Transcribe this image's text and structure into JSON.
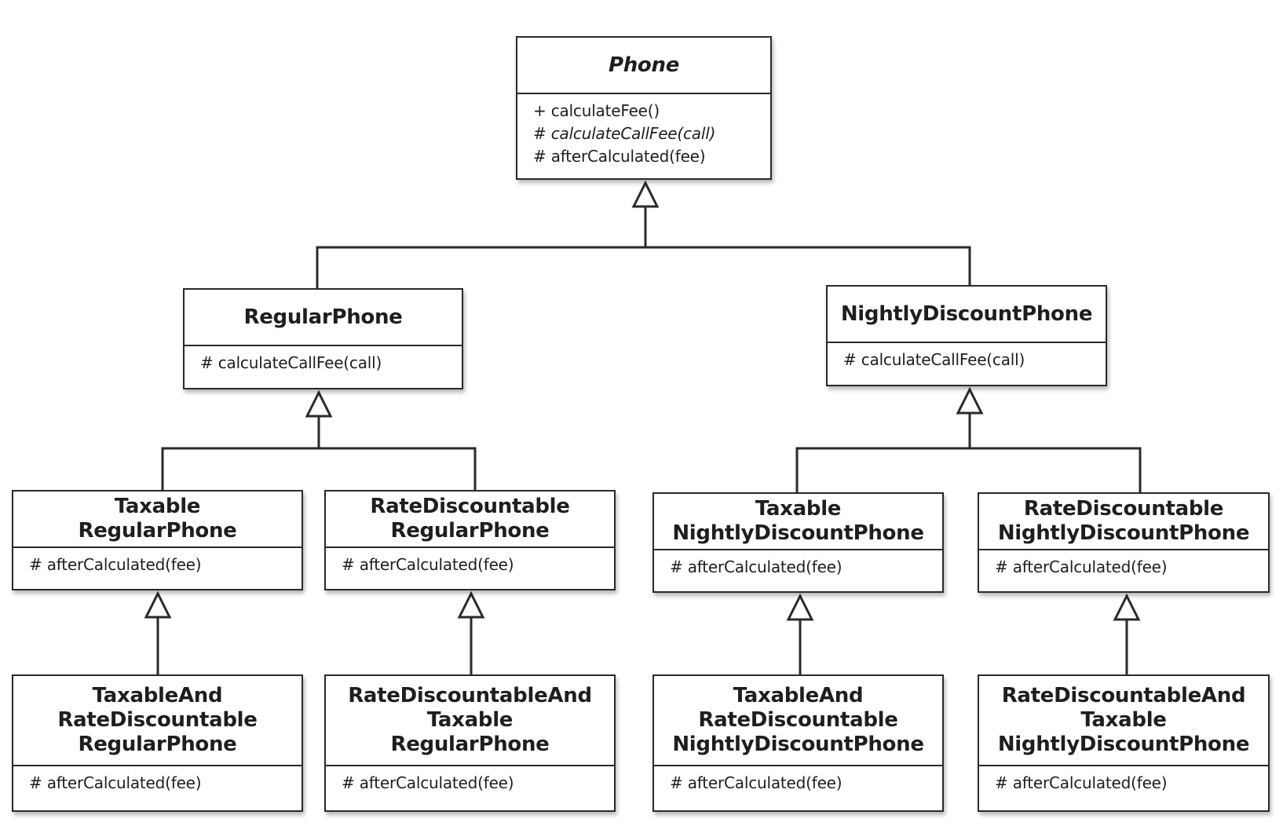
{
  "classes": [
    {
      "id": "phone",
      "name_lines": [
        "Phone"
      ],
      "abstract": true,
      "operations": [
        {
          "text": "+ calculateFee()",
          "abstract": false
        },
        {
          "text": "# calculateCallFee(call)",
          "abstract": true
        },
        {
          "text": "# afterCalculated(fee)",
          "abstract": false
        }
      ]
    },
    {
      "id": "regular-phone",
      "name_lines": [
        "RegularPhone"
      ],
      "abstract": false,
      "operations": [
        {
          "text": "# calculateCallFee(call)",
          "abstract": false
        }
      ]
    },
    {
      "id": "nightly-discount-phone",
      "name_lines": [
        "NightlyDiscountPhone"
      ],
      "abstract": false,
      "operations": [
        {
          "text": "# calculateCallFee(call)",
          "abstract": false
        }
      ]
    },
    {
      "id": "taxable-regular-phone",
      "name_lines": [
        "Taxable",
        "RegularPhone"
      ],
      "abstract": false,
      "operations": [
        {
          "text": "# afterCalculated(fee)",
          "abstract": false
        }
      ]
    },
    {
      "id": "rate-discountable-regular-phone",
      "name_lines": [
        "RateDiscountable",
        "RegularPhone"
      ],
      "abstract": false,
      "operations": [
        {
          "text": "# afterCalculated(fee)",
          "abstract": false
        }
      ]
    },
    {
      "id": "taxable-nightly-discount-phone",
      "name_lines": [
        "Taxable",
        "NightlyDiscountPhone"
      ],
      "abstract": false,
      "operations": [
        {
          "text": "# afterCalculated(fee)",
          "abstract": false
        }
      ]
    },
    {
      "id": "rate-discountable-nightly-discount-phone",
      "name_lines": [
        "RateDiscountable",
        "NightlyDiscountPhone"
      ],
      "abstract": false,
      "operations": [
        {
          "text": "# afterCalculated(fee)",
          "abstract": false
        }
      ]
    },
    {
      "id": "taxable-and-rate-discountable-regular-phone",
      "name_lines": [
        "TaxableAnd",
        "RateDiscountable",
        "RegularPhone"
      ],
      "abstract": false,
      "operations": [
        {
          "text": "# afterCalculated(fee)",
          "abstract": false
        }
      ]
    },
    {
      "id": "rate-discountable-and-taxable-regular-phone",
      "name_lines": [
        "RateDiscountableAnd",
        "Taxable",
        "RegularPhone"
      ],
      "abstract": false,
      "operations": [
        {
          "text": "# afterCalculated(fee)",
          "abstract": false
        }
      ]
    },
    {
      "id": "taxable-and-rate-discountable-nightly-discount-phone",
      "name_lines": [
        "TaxableAnd",
        "RateDiscountable",
        "NightlyDiscountPhone"
      ],
      "abstract": false,
      "operations": [
        {
          "text": "# afterCalculated(fee)",
          "abstract": false
        }
      ]
    },
    {
      "id": "rate-discountable-and-taxable-nightly-discount-phone",
      "name_lines": [
        "RateDiscountableAnd",
        "Taxable",
        "NightlyDiscountPhone"
      ],
      "abstract": false,
      "operations": [
        {
          "text": "# afterCalculated(fee)",
          "abstract": false
        }
      ]
    }
  ],
  "generalizations": [
    {
      "parent": "phone",
      "children": [
        "regular-phone",
        "nightly-discount-phone"
      ]
    },
    {
      "parent": "regular-phone",
      "children": [
        "taxable-regular-phone",
        "rate-discountable-regular-phone"
      ]
    },
    {
      "parent": "nightly-discount-phone",
      "children": [
        "taxable-nightly-discount-phone",
        "rate-discountable-nightly-discount-phone"
      ]
    },
    {
      "parent": "taxable-regular-phone",
      "children": [
        "taxable-and-rate-discountable-regular-phone"
      ]
    },
    {
      "parent": "rate-discountable-regular-phone",
      "children": [
        "rate-discountable-and-taxable-regular-phone"
      ]
    },
    {
      "parent": "taxable-nightly-discount-phone",
      "children": [
        "taxable-and-rate-discountable-nightly-discount-phone"
      ]
    },
    {
      "parent": "rate-discountable-nightly-discount-phone",
      "children": [
        "rate-discountable-and-taxable-nightly-discount-phone"
      ]
    }
  ],
  "colors": {
    "line": "#2a2a2a",
    "box_fill": "#ffffff",
    "text": "#1e1e1e"
  }
}
